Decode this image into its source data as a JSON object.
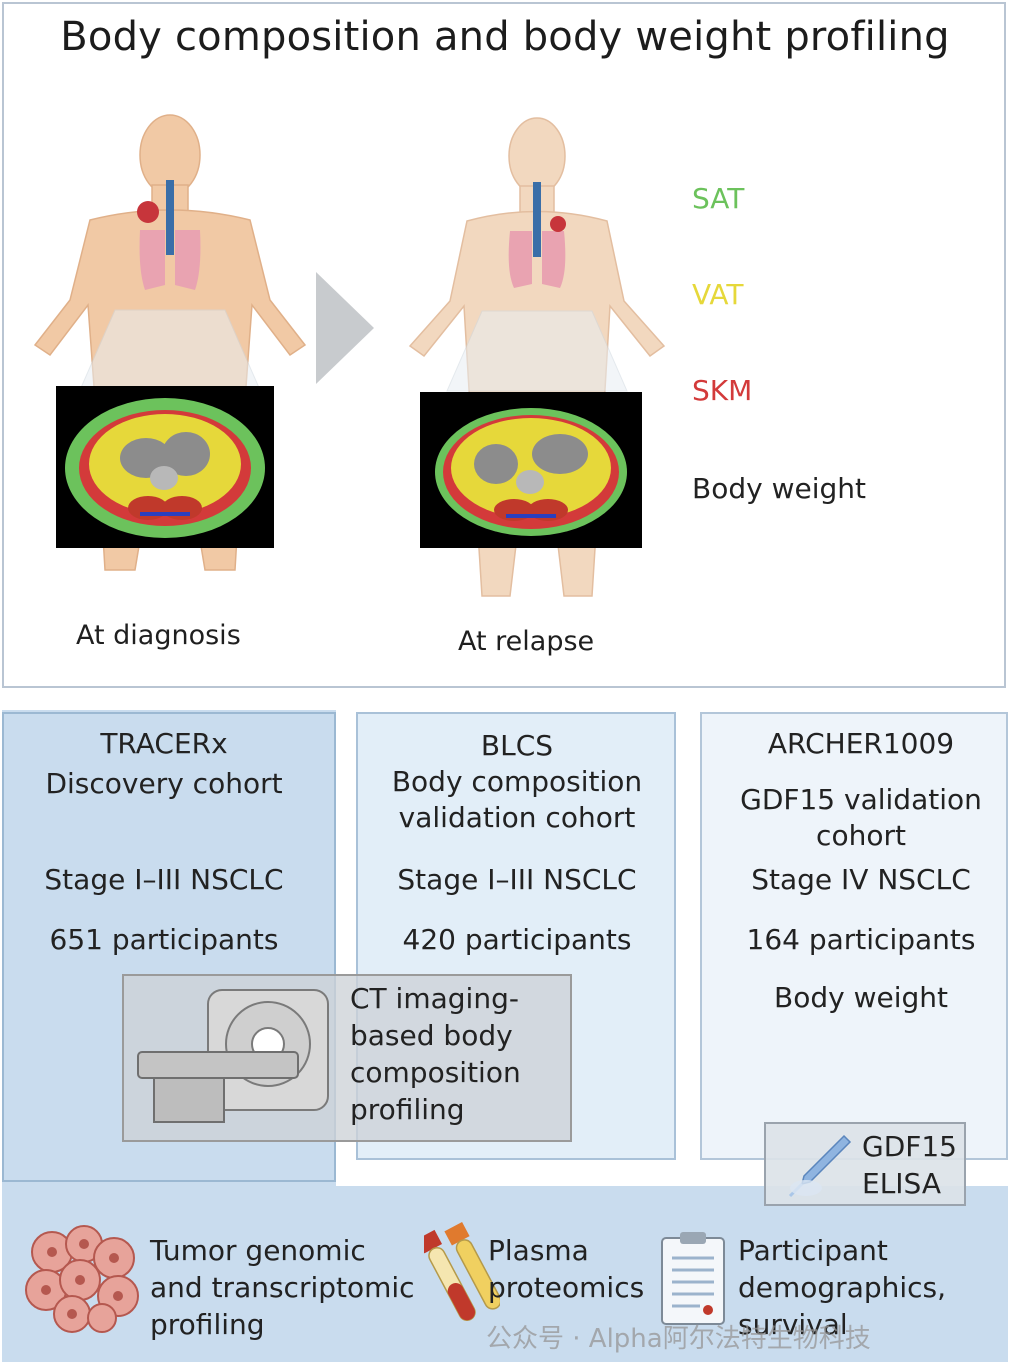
{
  "title": "Body composition and body weight profiling",
  "legend": {
    "sat": "SAT",
    "vat": "VAT",
    "skm": "SKM",
    "body_weight": "Body weight",
    "colors": {
      "sat": "#6cc25c",
      "vat": "#e6d83a",
      "skm": "#d33a3a",
      "body_weight": "#222222"
    }
  },
  "captions": {
    "diagnosis": "At diagnosis",
    "relapse": "At relapse"
  },
  "cohorts": [
    {
      "name": "TRACERx",
      "subtitle": "Discovery cohort",
      "stage": "Stage I–III NSCLC",
      "participants": "651 participants"
    },
    {
      "name": "BLCS",
      "subtitle_line1": "Body composition",
      "subtitle_line2": "validation cohort",
      "stage": "Stage I–III NSCLC",
      "participants": "420 participants"
    },
    {
      "name": "ARCHER1009",
      "subtitle_line1": "GDF15 validation",
      "subtitle_line2": "cohort",
      "stage": "Stage IV NSCLC",
      "participants": "164 participants",
      "extra": "Body weight"
    }
  ],
  "ct_imaging": {
    "line1": "CT imaging-",
    "line2": "based body",
    "line3": "composition",
    "line4": "profiling"
  },
  "elisa": {
    "line1": "GDF15",
    "line2": "ELISA"
  },
  "bottom_items": {
    "tumor": {
      "line1": "Tumor genomic",
      "line2": "and transcriptomic",
      "line3": "profiling"
    },
    "plasma": {
      "line1": "Plasma",
      "line2": "proteomics"
    },
    "participant": {
      "line1": "Participant",
      "line2": "demographics,",
      "line3": "survival"
    }
  },
  "watermark": "公众号 · Alpha阿尔法特生物科技"
}
